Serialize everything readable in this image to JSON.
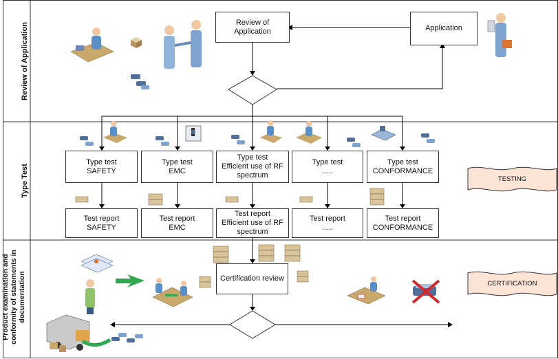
{
  "lanes": [
    {
      "label": "Review of Application"
    },
    {
      "label": "Type Test"
    },
    {
      "label": "Product examination and\nconformity of statements in\ndocumentation"
    }
  ],
  "review_box": {
    "label": "Review of\nApplication"
  },
  "application_box": {
    "label": "Application"
  },
  "type_tests": [
    {
      "label": "Type test\nSAFETY"
    },
    {
      "label": "Type test\nEMC"
    },
    {
      "label": "Type test\nEfficient use of RF\nspectrum"
    },
    {
      "label": "Type test\n....."
    },
    {
      "label": "Type test\nCONFORMANCE"
    }
  ],
  "test_reports": [
    {
      "label": "Test report\nSAFETY"
    },
    {
      "label": "Test report\nEMC"
    },
    {
      "label": "Test report\nEfficient use of RF\nspectrum"
    },
    {
      "label": "Test report\n....."
    },
    {
      "label": "Test report\nCONFORMANCE"
    }
  ],
  "certification_box": {
    "label": "Certification review"
  },
  "banners": {
    "testing": "TESTING",
    "certification": "CERTIFICATION"
  },
  "colors": {
    "banner_fill": "#fbe3d6",
    "arrow_green": "#2fa84f",
    "cross_red": "#d9262b",
    "paper": "#d8c49a"
  }
}
